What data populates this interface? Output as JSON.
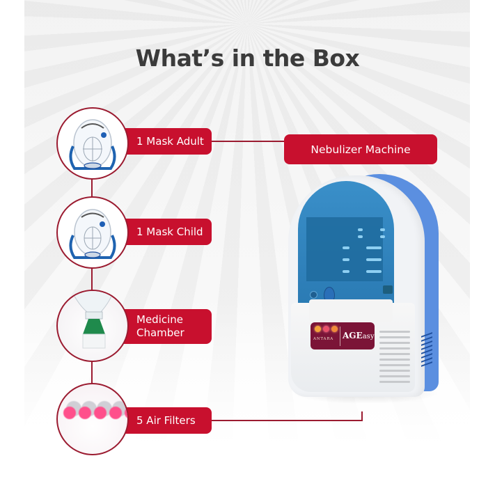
{
  "title": "What’s in the Box",
  "colors": {
    "accent_red": "#c8102e",
    "connector": "#9b1b30",
    "title": "#3b3b3b",
    "machine_blue": "#5b8fe0",
    "badge_maroon": "#7b1437"
  },
  "main_item": {
    "label": "Nebulizer Machine",
    "badge": {
      "brand_left": "ANTARA",
      "brand_right_bold": "AGE",
      "brand_right_rest": "asy"
    }
  },
  "items": [
    {
      "label": "1 Mask Adult",
      "icon": "adult-mask-icon"
    },
    {
      "label": "1 Mask Child",
      "icon": "child-mask-icon"
    },
    {
      "label_line1": "Medicine",
      "label_line2": "Chamber",
      "icon": "medicine-chamber-icon"
    },
    {
      "label": "5 Air Filters",
      "icon": "air-filters-icon"
    }
  ]
}
